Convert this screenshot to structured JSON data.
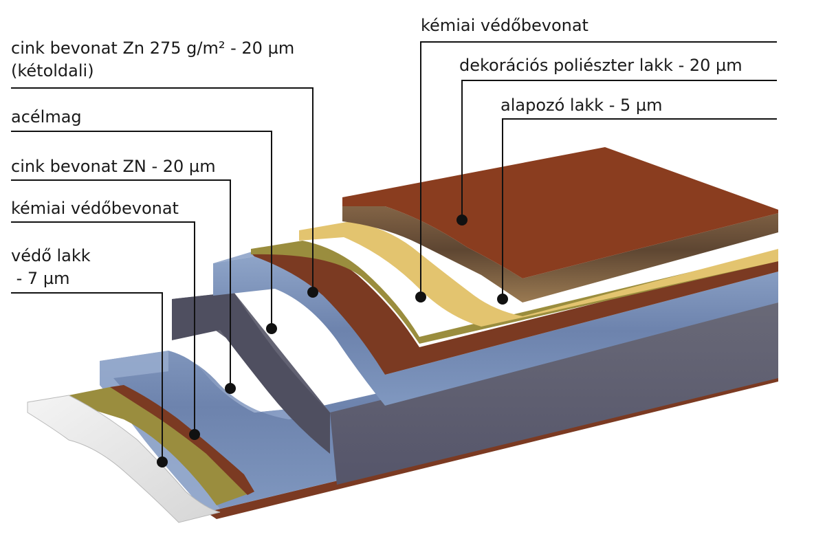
{
  "labels_left": {
    "zinc_coating_275_line1": "cink bevonat Zn 275 g/m² - 20 µm",
    "zinc_coating_275_line2": "(kétoldali)",
    "steel_core": "acélmag",
    "zinc_coating_20": "cink bevonat ZN - 20 µm",
    "chemical_protective_coating": "kémiai védőbevonat",
    "protective_lacquer_line1": "védő lakk",
    "protective_lacquer_line2": " - 7 µm"
  },
  "labels_right": {
    "chemical_protective_coating": "kémiai védőbevonat",
    "decorative_polyester_lacquer": "dekorációs poliészter lakk - 20 µm",
    "primer_lacquer": "alapozó lakk - 5 µm"
  },
  "colors": {
    "brown_top": "#8a3d1f",
    "brown_side": "#6e3e2a",
    "yellow": "#e3c46f",
    "olive": "#9a8d3e",
    "red_thin": "#7b3a22",
    "blue": "#7e95bc",
    "blue_dark": "#5a6f98",
    "steel_gray": "#5f5f6e",
    "white_layer": "#eeeeee"
  }
}
